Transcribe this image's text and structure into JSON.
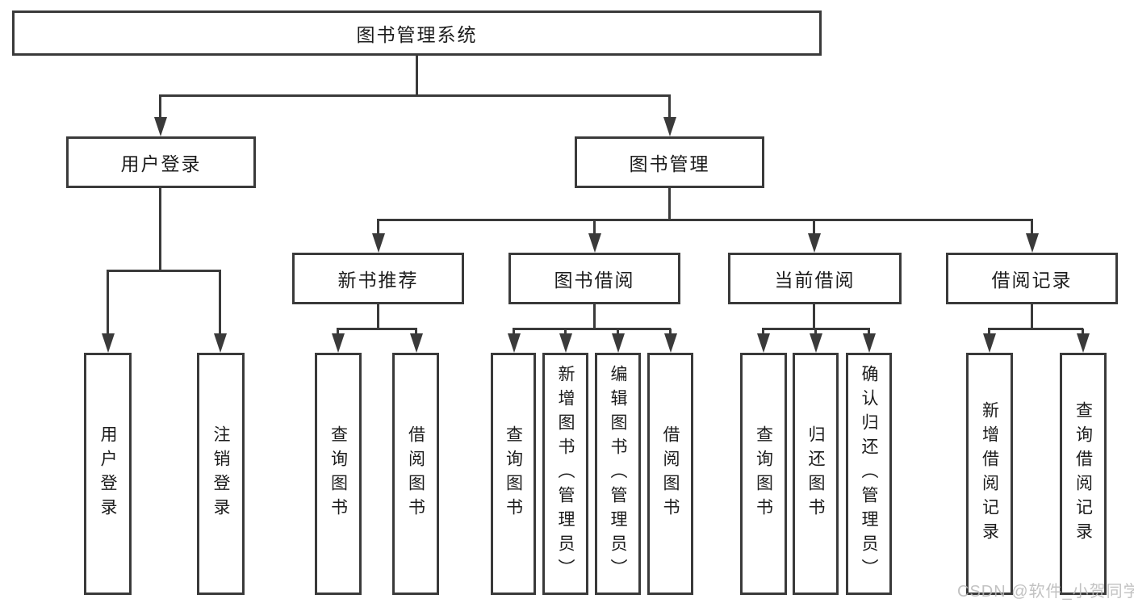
{
  "diagram": {
    "title": "图书管理系统",
    "line_color": "#3a3a3a",
    "text_color": "#1c1c1c",
    "background": "#ffffff",
    "nodes": {
      "root": {
        "label": "图书管理系统"
      },
      "user_login": {
        "label": "用户登录"
      },
      "book_mgmt": {
        "label": "图书管理"
      },
      "leaf_user_login": {
        "label": "用户登录"
      },
      "leaf_logout": {
        "label": "注销登录"
      },
      "new_book_rec": {
        "label": "新书推荐"
      },
      "book_borrow": {
        "label": "图书借阅"
      },
      "current_borrow": {
        "label": "当前借阅"
      },
      "borrow_record": {
        "label": "借阅记录"
      },
      "nbr_query": {
        "label": "查询图书"
      },
      "nbr_borrow": {
        "label": "借阅图书"
      },
      "bb_query": {
        "label": "查询图书"
      },
      "bb_add": {
        "label": "新增图书（管理员）"
      },
      "bb_edit": {
        "label": "编辑图书（管理员）"
      },
      "bb_borrow": {
        "label": "借阅图书"
      },
      "cb_query": {
        "label": "查询图书"
      },
      "cb_return": {
        "label": "归还图书"
      },
      "cb_confirm": {
        "label": "确认归还（管理员）"
      },
      "br_add": {
        "label": "新增借阅记录"
      },
      "br_query": {
        "label": "查询借阅记录"
      }
    },
    "structure": [
      {
        "parent": "图书管理系统",
        "children": [
          "用户登录",
          "图书管理"
        ]
      },
      {
        "parent": "用户登录",
        "children": [
          "用户登录",
          "注销登录"
        ]
      },
      {
        "parent": "图书管理",
        "children": [
          "新书推荐",
          "图书借阅",
          "当前借阅",
          "借阅记录"
        ]
      },
      {
        "parent": "新书推荐",
        "children": [
          "查询图书",
          "借阅图书"
        ]
      },
      {
        "parent": "图书借阅",
        "children": [
          "查询图书",
          "新增图书（管理员）",
          "编辑图书（管理员）",
          "借阅图书"
        ]
      },
      {
        "parent": "当前借阅",
        "children": [
          "查询图书",
          "归还图书",
          "确认归还（管理员）"
        ]
      },
      {
        "parent": "借阅记录",
        "children": [
          "新增借阅记录",
          "查询借阅记录"
        ]
      }
    ]
  },
  "watermark": {
    "text": "CSDN @软件_小贺同学",
    "color": "#b8b8b8"
  }
}
